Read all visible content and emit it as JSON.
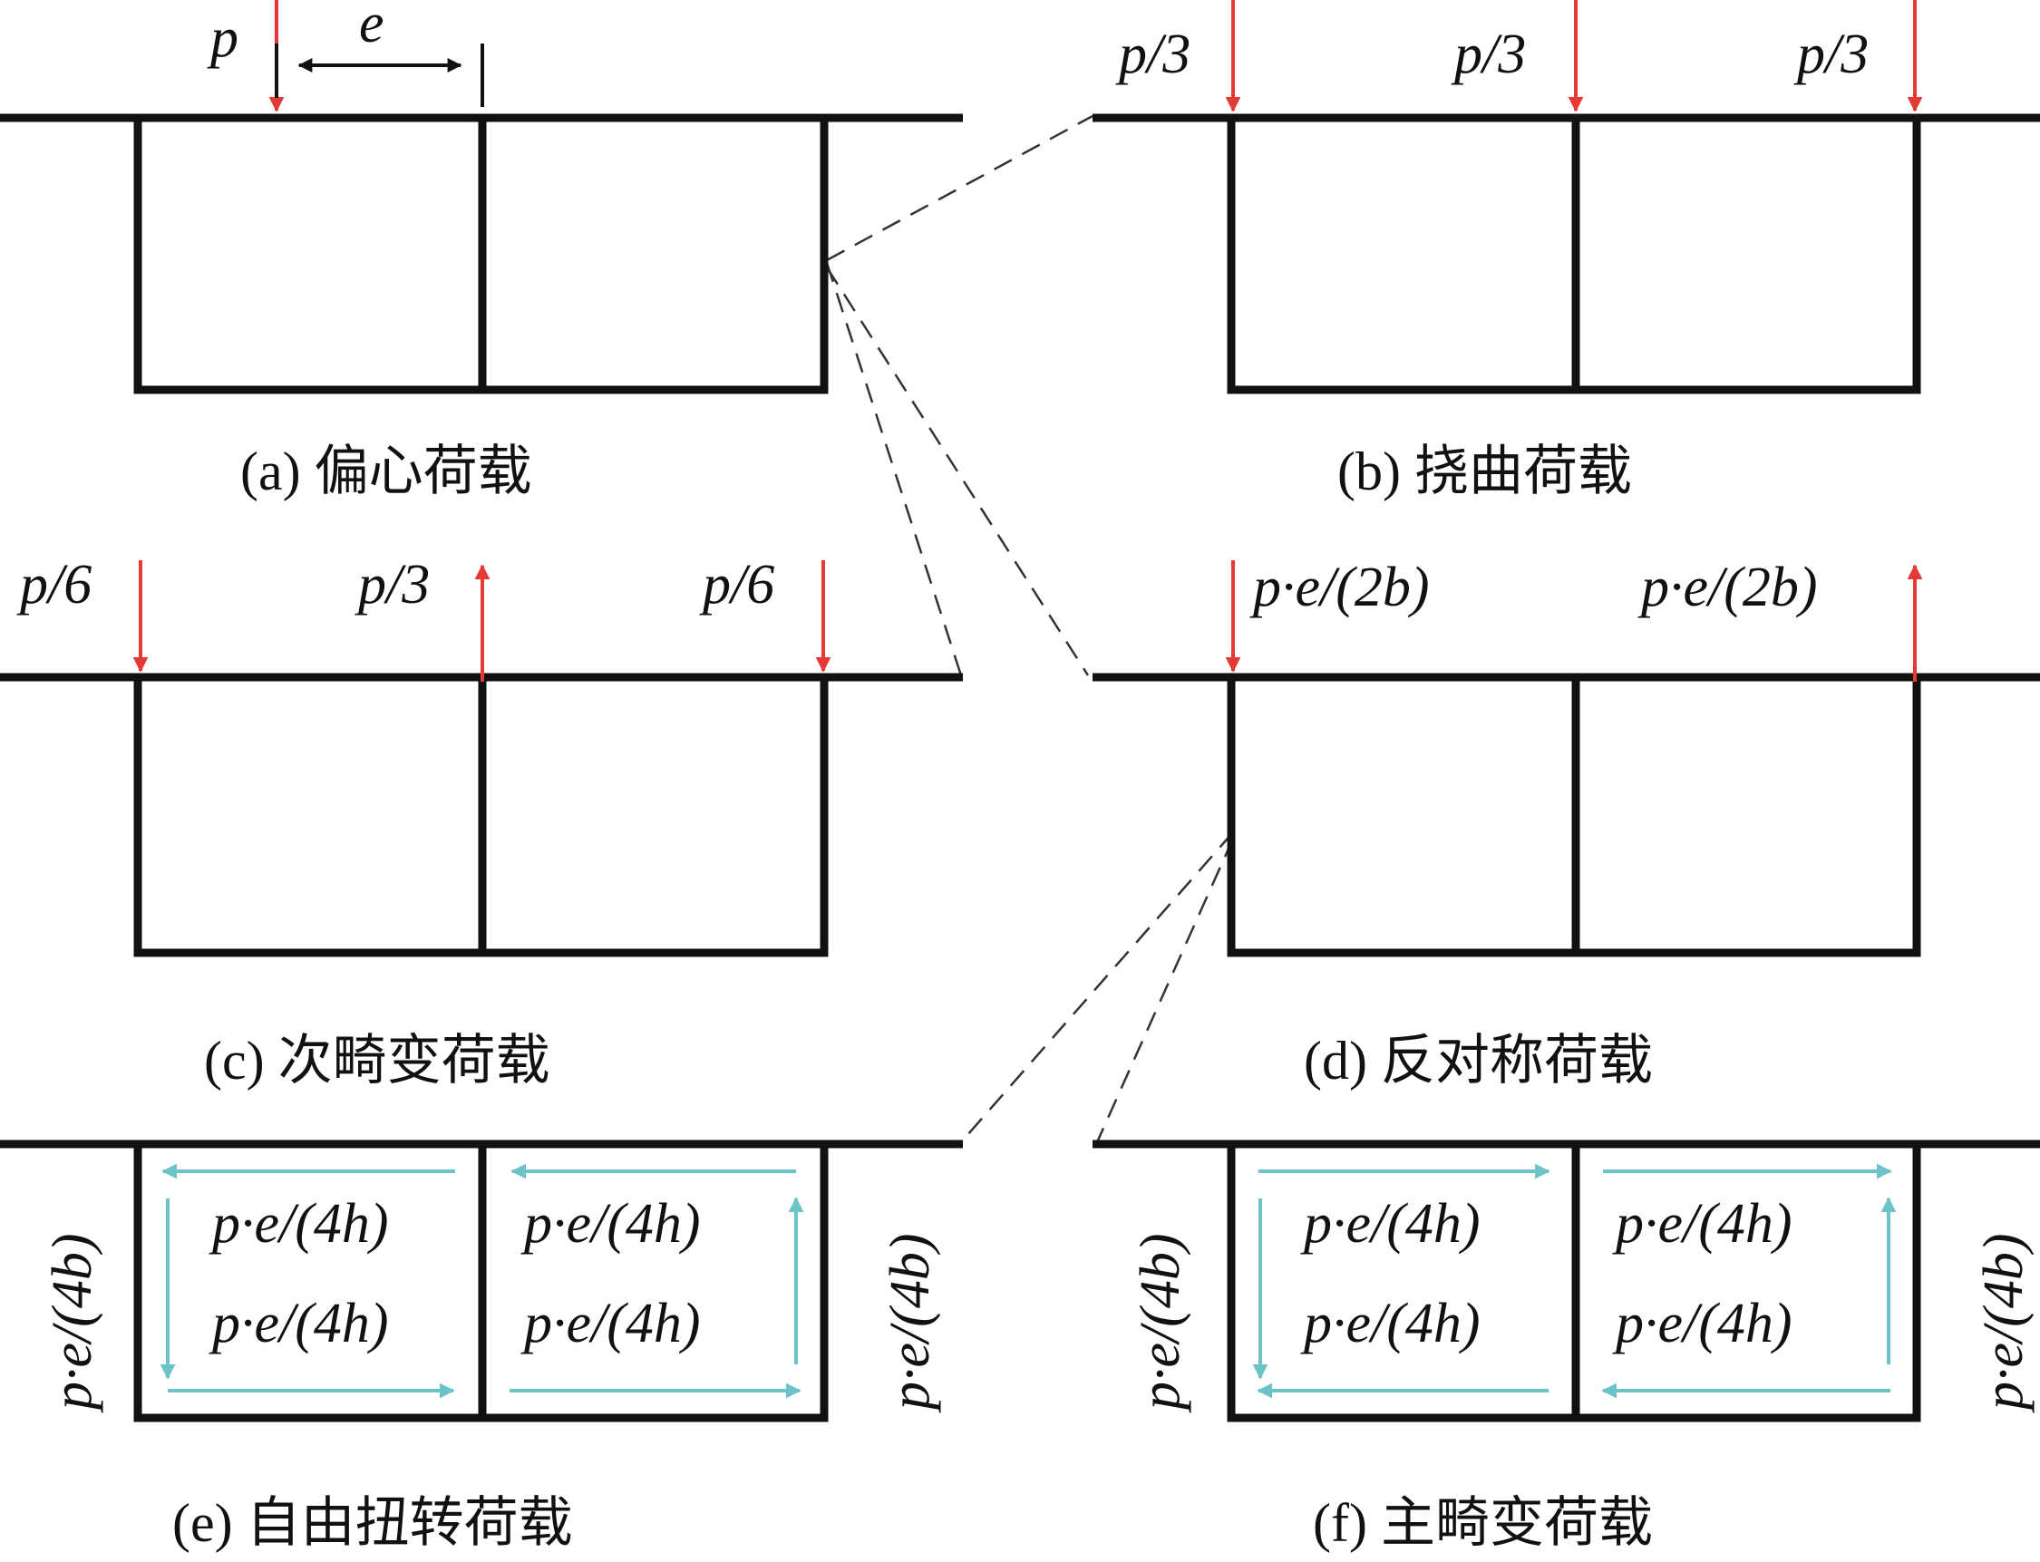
{
  "colors": {
    "structure": "#111111",
    "load_arrow": "#e53935",
    "shear_flow": "#6cc3c8",
    "guide": "#333333"
  },
  "panels": {
    "a": {
      "caption": "(a) 偏心荷载",
      "load": "p",
      "eccentricity": "e"
    },
    "b": {
      "caption": "(b) 挠曲荷载",
      "loads": [
        "p/3",
        "p/3",
        "p/3"
      ]
    },
    "c": {
      "caption": "(c) 次畸变荷载",
      "loads": [
        "p/6",
        "p/3",
        "p/6"
      ]
    },
    "d": {
      "caption": "(d) 反对称荷载",
      "loads": [
        "p·e/(2b)",
        "p·e/(2b)"
      ]
    },
    "e": {
      "caption": "(e) 自由扭转荷载",
      "side_label": "p·e/(4b)",
      "cell_label": "p·e/(4h)"
    },
    "f": {
      "caption": "(f) 主畸变荷载",
      "side_label": "p·e/(4b)",
      "cell_label": "p·e/(4h)"
    }
  }
}
